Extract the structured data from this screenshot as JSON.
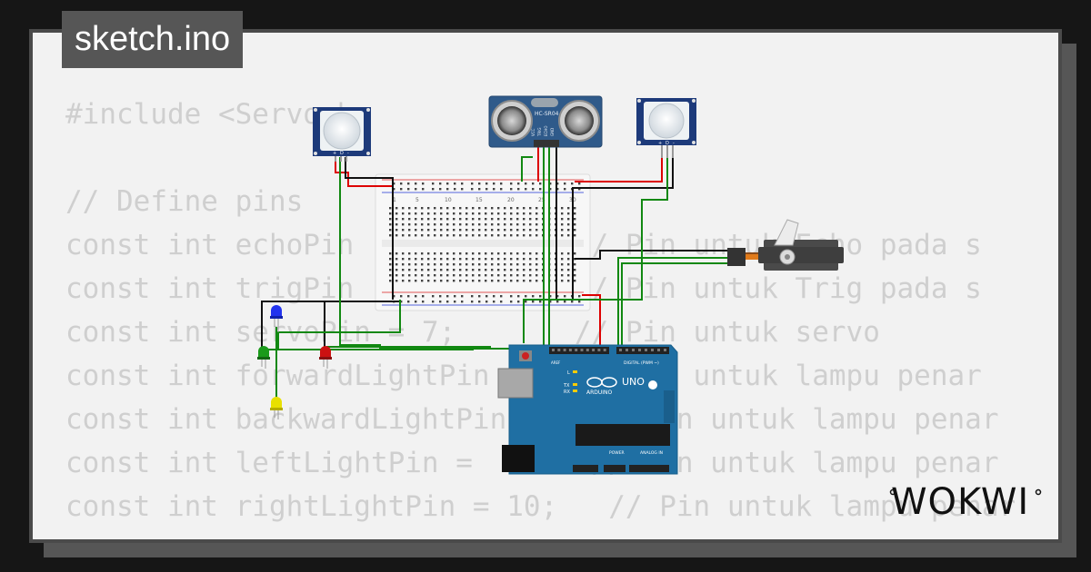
{
  "project": {
    "filename": "sketch.ino"
  },
  "brand": {
    "logo_text": "WOKWI"
  },
  "code_lines": [
    "#include <Servo.h>",
    "",
    "// Define pins",
    "const int echoPin             // Pin untuk Echo pada s",
    "const int trigPin             // Pin untuk Trig pada s",
    "const int servoPin = 7;       // Pin untuk servo",
    "const int forwardLightPin     // Pin untuk lampu penar",
    "const int backwardLightPin     // Pin untuk lampu penar",
    "const int leftLightPin =       // Pin untuk lampu penar",
    "const int rightLightPin = 10;   // Pin untuk lampu penar"
  ],
  "components": {
    "ultrasonic": {
      "model": "HC-SR04",
      "pins": [
        "VCC",
        "TRIG",
        "ECHO",
        "GND"
      ]
    },
    "pir_pins": [
      "+",
      "D",
      "-"
    ],
    "arduino": {
      "logo": "UNO",
      "brand": "ARDUINO",
      "digital_label": "DIGITAL (PWM ~)",
      "power_label": "POWER",
      "analog_label": "ANALOG IN",
      "aref": "AREF",
      "tx": "TX",
      "rx": "RX",
      "l": "L"
    },
    "breadboard_numbers": [
      "1",
      "5",
      "10",
      "15",
      "20",
      "25",
      "30"
    ],
    "led_colors": [
      "#2233ee",
      "#1a9a1a",
      "#cc1111",
      "#e8e000"
    ]
  },
  "colors": {
    "background": "#161616",
    "card": "#f2f2f2",
    "tab": "#565656",
    "code_text": "#cfcfcf",
    "arduino_board": "#1f6fa3",
    "wire_red": "#dd0000",
    "wire_black": "#111111",
    "wire_green": "#118811"
  }
}
